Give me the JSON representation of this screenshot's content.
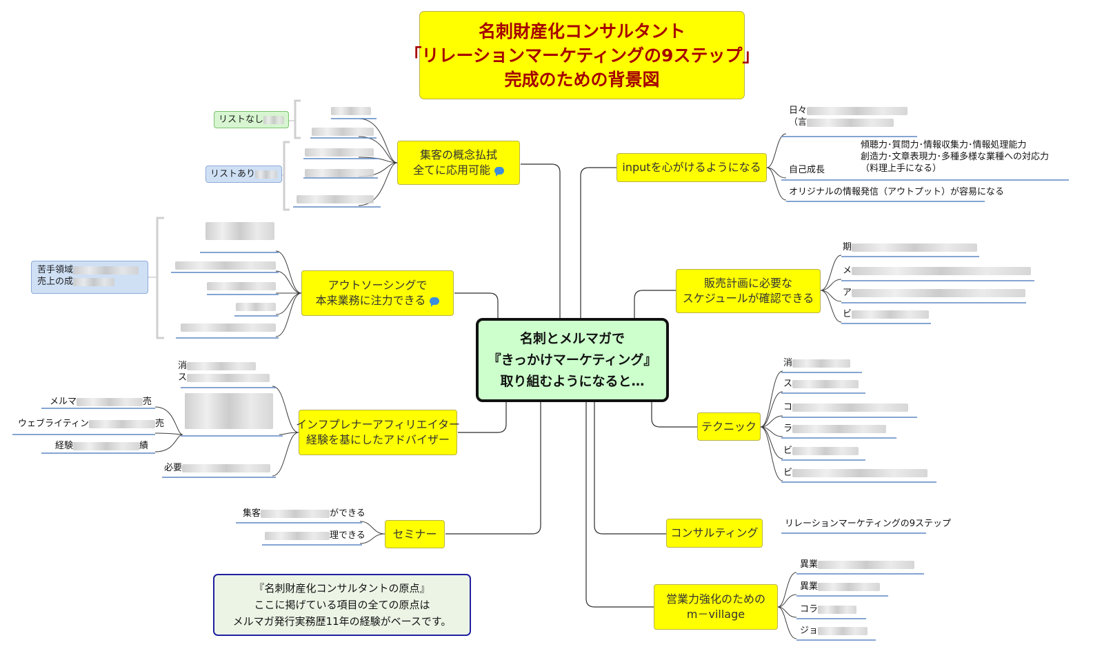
{
  "title": {
    "line1": "名刺財産化コンサルタント",
    "line2": "「リレーションマーケティングの9ステップ」",
    "line3": "完成のための背景図"
  },
  "center": {
    "line1": "名刺とメルマガで",
    "line2": "『きっかけマーケティング』",
    "line3": "取り組むようになると…"
  },
  "branches": {
    "concept": {
      "line1": "集客の概念払拭",
      "line2": "全てに応用可能",
      "icon": "chat-icon"
    },
    "outsourcing": {
      "line1": "アウトソーシングで",
      "line2": "本来業務に注力できる",
      "icon": "chat-icon"
    },
    "affiliate": {
      "line1": "インフプレナーアフィリエイター",
      "line2": "経験を基にしたアドバイザー"
    },
    "seminar": {
      "line1": "セミナー"
    },
    "input": {
      "line1": "inputを心がけるようになる"
    },
    "sales": {
      "line1": "販売計画に必要な",
      "line2": "スケジュールが確認できる"
    },
    "technique": {
      "line1": "テクニック"
    },
    "consulting": {
      "line1": "コンサルティング"
    },
    "village": {
      "line1": "営業力強化のための",
      "line2": "m－village"
    }
  },
  "tags": {
    "list_none": "リストなし",
    "list_yes": "リストあり",
    "weak_area_1": "苦手領域",
    "weak_area_2": "売上の成"
  },
  "leaves": {
    "input_daily_1": "日々",
    "input_daily_2": "（言",
    "input_skills_1": "傾聴力･質問力･情報収集力･情報処理能力",
    "input_skills_2": "創造力･文章表現力･多種多様な業種への対応力",
    "input_skills_3": "（料理上手になる）",
    "input_growth": "自己成長",
    "input_output": "オリジナルの情報発信（アウトプット）が容易になる",
    "sales_1": "期",
    "sales_2": "メ",
    "sales_3": "ア",
    "sales_4": "ビ",
    "tech_1": "消",
    "tech_2": "ス",
    "tech_3": "コ",
    "tech_4": "ラ",
    "tech_5": "ビ",
    "tech_6": "ビ",
    "consulting_leaf": "リレーションマーケティングの9ステップ",
    "village_1": "異業",
    "village_2": "異業",
    "village_3": "コラ",
    "village_4": "ジョ",
    "aff_top_1": "消",
    "aff_top_2": "ス",
    "aff_mail_a": "メルマ",
    "aff_mail_b": "売",
    "aff_web_a": "ウェブライティン",
    "aff_web_b": "売",
    "aff_exp_a": "経験",
    "aff_exp_b": "績",
    "aff_need": "必要",
    "seminar_1a": "集客",
    "seminar_1b": "ができる",
    "seminar_2": "理できる"
  },
  "origin": {
    "line1": "『名刺財産化コンサルタントの原点』",
    "line2": "ここに掲げている項目の全ての原点は",
    "line3": "メルマガ発行実務歴11年の経験がベースです。"
  }
}
